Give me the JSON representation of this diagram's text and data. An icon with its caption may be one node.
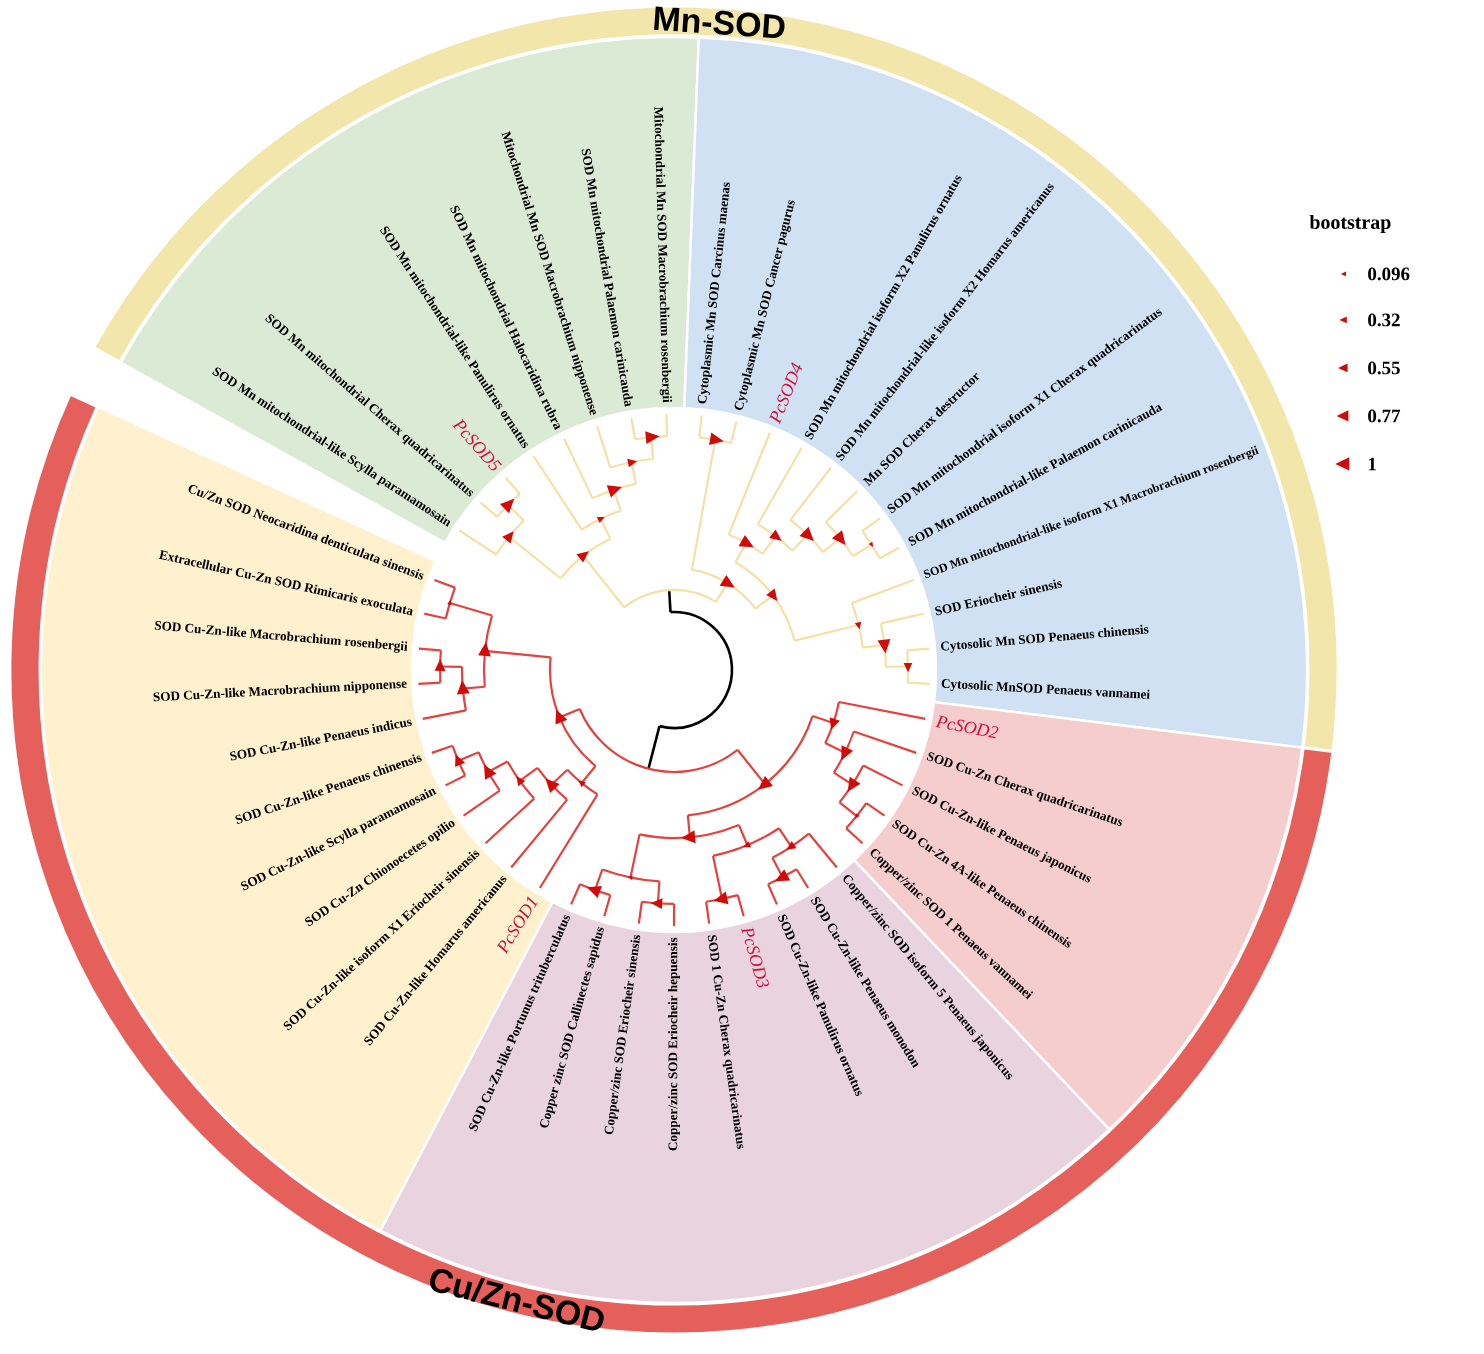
{
  "diagram": {
    "nodes": [
      {
        "text": [
          "Mn-SOD"
        ]
      },
      {
        "text": [
          "SOD Mn mitochondrial-like Scylla paramamosain",
          "SOD Mn mitochondrial Cherax quadricarinatus",
          "PcSOD5",
          "SOD Mn mitochondrial-like Panulirus ornatus",
          "SOD Mn mitochondrial Halocaridina rubra",
          "Mitochondrial Mn SOD Macrobrachium nipponense",
          "SOD Mn mitochondrial Palaemon carinicauda",
          "Mitochondrial Mn SOD Macrobrachium rosenbergii"
        ]
      },
      {
        "text": [
          "Cytoplasmic Mn SOD Carcinus maenas",
          "Cytoplasmic Mn SOD Cancer pagurus",
          "PcSOD4",
          "SOD Mn mitochondrial isoform X2 Panulirus ornatus",
          "SOD Mn mitochondrial-like isoform X2 Homarus americanus",
          "Mn SOD Cherax destructor",
          "SOD Mn mitochondrial isoform X1 Cherax quadricarinatus",
          "SOD Mn mitochondrial-like Palaemon carinicauda",
          "SOD Mn mitochondrial-like isoform X1 Macrobrachium rosenbergii",
          "SOD Eriocheir sinensis",
          "Cytosolic Mn SOD Penaeus chinensis",
          "Cytosolic MnSOD Penaeus vannamei"
        ]
      },
      {
        "text": [
          "PcSOD2",
          "SOD Cu-Zn Cherax quadricarinatus",
          "SOD Cu-Zn-like Penaeus japonicus",
          "SOD Cu-Zn 4A-like Penaeus chinensis",
          "Copper/zinc SOD 1 Penaeus vannamei"
        ]
      },
      {
        "text": [
          "Copper/zinc SOD isoform 5 Penaeus japonicus",
          "SOD Cu-Zn-like Penaeus monodon",
          "SOD Cu-Zn-like Panulirus ornatus",
          "PcSOD3",
          "SOD 1 Cu-Zn Cherax quadricarinatus",
          "Copper/zinc SOD Eriocheir hepuensis",
          "Copper/zinc SOD Eriocheir sinensis",
          "Copper zinc SOD Callinectes sapidus",
          "SOD Cu-Zn-like Portunus trituberculatus"
        ]
      },
      {
        "text": [
          "PcSOD1",
          "SOD Cu-Zn-like Homarus americanus",
          "SOD Cu-Zn-like isoform X1 Eriocheir sinensis",
          "SOD Cu-Zn Chionoecetes opilio",
          "SOD Cu-Zn-like Scylla paramamosain",
          "SOD Cu-Zn-like Penaeus chinensis",
          "SOD Cu-Zn-like Penaeus indicus",
          "SOD Cu-Zn-like Macrobrachium nipponense",
          "SOD Cu-Zn-like Macrobrachium rosenbergii",
          "Extracellular Cu-Zn SOD Rimicaris exoculata",
          "Cu/Zn SOD Neocaridina denticulata sinensis"
        ]
      },
      {
        "text": [
          "Cu/Zn-SOD"
        ]
      }
    ],
    "labels": [
      "bootstrap"
    ],
    "legend": [
      {
        "text": "0.096"
      },
      {
        "text": "0.32"
      },
      {
        "text": "0.55"
      },
      {
        "text": "0.77"
      },
      {
        "text": "1"
      }
    ]
  }
}
